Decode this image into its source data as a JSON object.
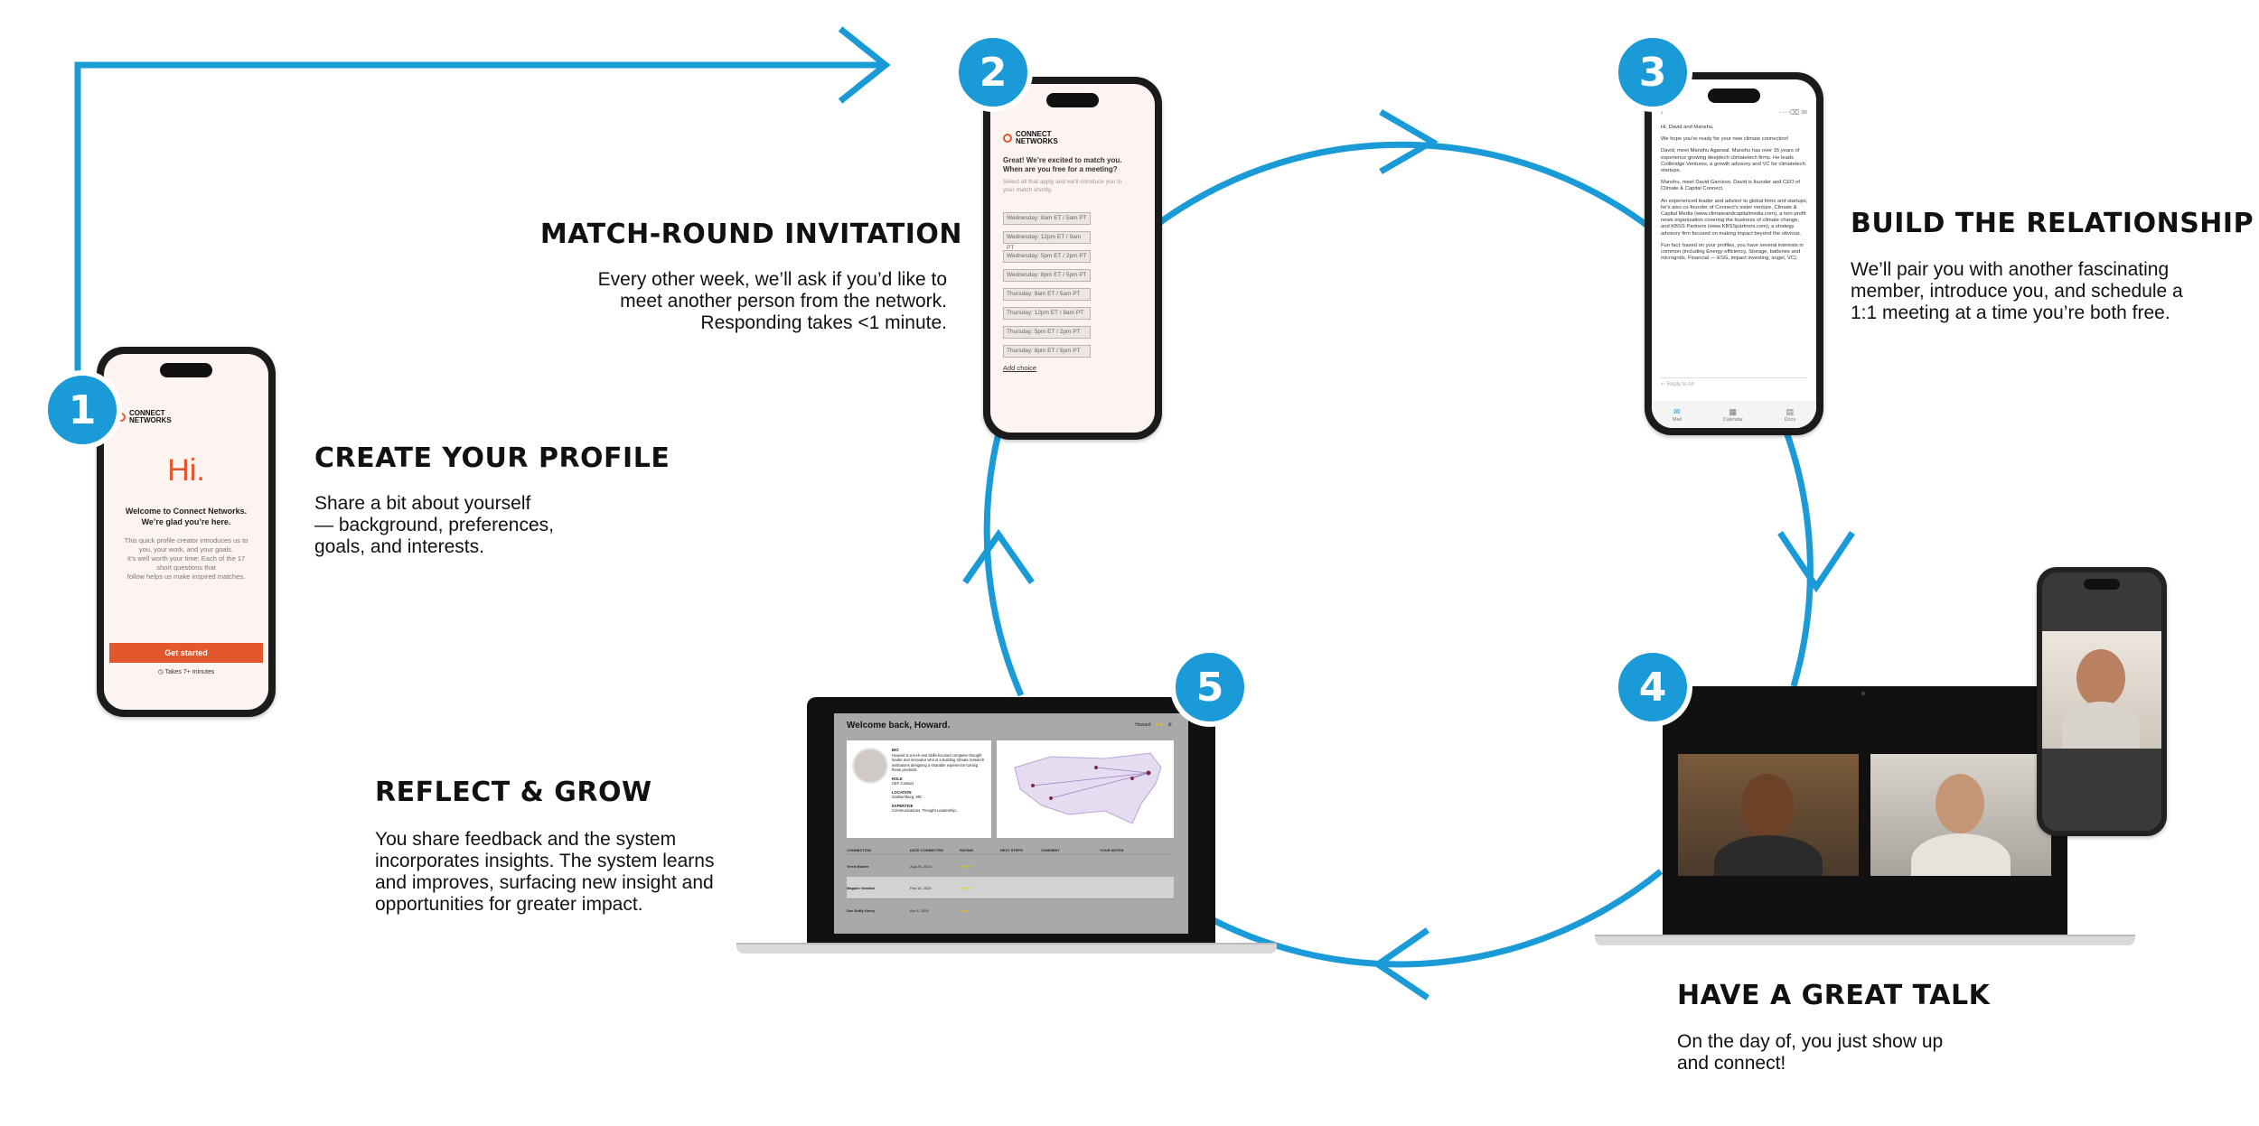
{
  "colors": {
    "accent": "#1a9bd7",
    "brand_orange": "#e4572e"
  },
  "steps": [
    {
      "number": "1",
      "title": "CREATE YOUR PROFILE",
      "desc": [
        "Share a bit about yourself",
        "— background, preferences,",
        "goals, and interests."
      ]
    },
    {
      "number": "2",
      "title": "MATCH-ROUND INVITATION",
      "desc": [
        "Every other week, we’ll ask if you’d like to",
        "meet another person from the network.",
        "Responding takes <1 minute."
      ]
    },
    {
      "number": "3",
      "title": "BUILD THE RELATIONSHIP",
      "desc": [
        "We’ll pair you with another fascinating",
        "member, introduce you, and schedule a",
        "1:1 meeting at a time you’re both free."
      ]
    },
    {
      "number": "4",
      "title": "HAVE A GREAT TALK",
      "desc": [
        "On the day of, you just show up",
        "and connect!"
      ]
    },
    {
      "number": "5",
      "title": "REFLECT & GROW",
      "desc": [
        "You share feedback and the system",
        "incorporates insights. The system learns",
        "and improves, surfacing new insight and",
        "opportunities for greater impact."
      ]
    }
  ],
  "phone1": {
    "logo_line1": "CONNECT",
    "logo_line2": "NETWORKS",
    "greeting": "Hi.",
    "welcome_line1": "Welcome to Connect Networks.",
    "welcome_line2": "We’re glad you’re here.",
    "body": [
      "This quick profile creator introduces us to",
      "you, your work, and your goals.",
      "It’s well worth your time: Each of the 17",
      "short questions that",
      "follow helps us make inspired matches."
    ],
    "button": "Get started",
    "note": "Takes 7+ minutes"
  },
  "phone2": {
    "logo_line1": "CONNECT",
    "logo_line2": "NETWORKS",
    "heading_line1": "Great! We’re excited to match you.",
    "heading_line2": "When are you free for a meeting?",
    "sub_line1": "Select all that apply and we’ll introduce you to",
    "sub_line2": "your match shortly.",
    "slots": [
      "Wednesday: 8am ET / 5am PT",
      "Wednesday: 12pm ET / 9am PT",
      "Wednesday: 5pm ET / 2pm PT",
      "Wednesday: 8pm ET / 5pm PT",
      "Thursday: 8am ET / 5am PT",
      "Thursday: 12pm ET / 9am PT",
      "Thursday: 5pm ET / 2pm PT",
      "Thursday: 8pm ET / 5pm PT"
    ],
    "add_choice": "Add choice"
  },
  "phone3": {
    "greeting": "Hi, David and Manshu,",
    "paragraphs": [
      "We hope you’re ready for your new climate connection!",
      "David, meet Manshu Agarwal. Manshu has over 15 years of experience growing deeptech climatetech firms. He leads Coltbridge Ventures, a growth advisory and VC for climatetech startups.",
      "Manshu, meet David Garrison. David is founder and CEO of Climate & Capital Connect.",
      "An experienced leader and advisor to global firms and startups, he’s also co-founder of Connect’s sister venture, Climate & Capital Media (www.climateandcapitalmedia.com), a non-profit news organization covering the business of climate change, and KBSS Partners (www.KBSSpartners.com), a strategy advisory firm focused on making impact beyond the obvious.",
      "Fun fact: based on your profiles, you have several interests in common (including Energy efficiency, Storage, batteries and microgrids, Financial — ESG, impact investing, angel, VC)."
    ],
    "reply": "Reply to All",
    "tabs": [
      "Mail",
      "Calendar",
      "Docs"
    ]
  },
  "dashboard": {
    "welcome": "Welcome back, Howard.",
    "top_right": "Howard",
    "bio_label": "BIO",
    "bio_text": "Howard is a tech and skills-focused computer thought leader and innovator who is a building climate research institutions designing a sharable experience turning these products.",
    "role_label": "ROLE",
    "role_text": "CEF Contact",
    "location_label": "LOCATION",
    "location_text": "Gaithersburg, MD",
    "expertise_label": "EXPERTISE",
    "expertise_text": "Communications, Thought Leadership...",
    "columns": [
      "CONNECTION",
      "DATE CONNECTED",
      "RATING",
      "NEXT STEPS",
      "COMMENT",
      "YOUR NOTES"
    ],
    "rows": [
      {
        "name": "Terrie Baxter",
        "date": "Aug 26, 2024"
      },
      {
        "name": "Magalie Vaisblat",
        "date": "Feb 16, 2024"
      },
      {
        "name": "Dee Duffy Gercy",
        "date": "Apr 4, 2024"
      }
    ]
  }
}
